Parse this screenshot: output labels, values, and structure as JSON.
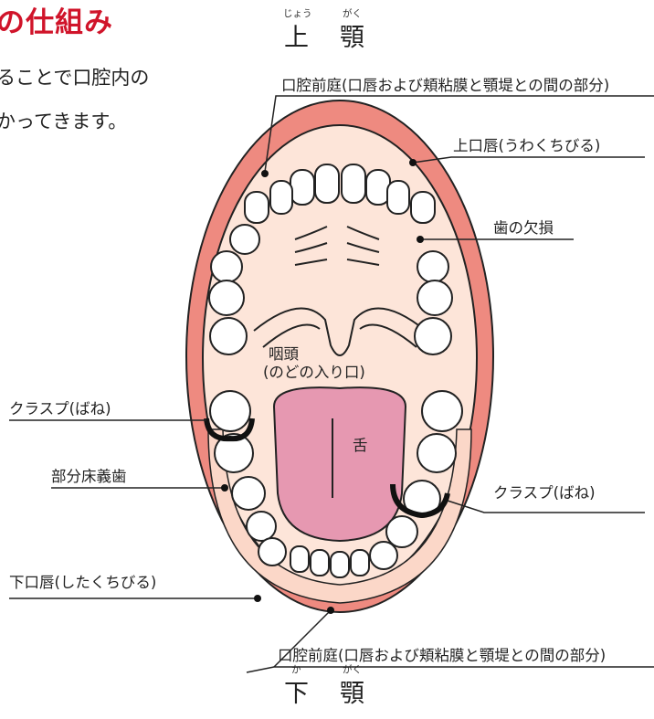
{
  "title": "の仕組み",
  "intro": {
    "line1": "ることで口腔内の",
    "line2": "かってきます。"
  },
  "upper_jaw": {
    "ruby1": "じょう",
    "ruby2": "がく",
    "char1": "上",
    "char2": "顎"
  },
  "lower_jaw": {
    "ruby1": "か",
    "ruby2": "がく",
    "char1": "下",
    "char2": "顎"
  },
  "labels": {
    "vestibule_top": "口腔前庭(口唇および頬粘膜と顎堤との間の部分)",
    "upper_lip": "上口唇(うわくちびる)",
    "missing_tooth": "歯の欠損",
    "clasp_left": "クラスプ(ばね)",
    "partial_denture": "部分床義歯",
    "clasp_right": "クラスプ(ばね)",
    "lower_lip": "下口唇(したくちびる)",
    "vestibule_bottom": "口腔前庭(口唇および頬粘膜と顎堤との間の部分)",
    "pharynx_1": "咽頭",
    "pharynx_2": "(のどの入り口)",
    "tongue": "舌"
  },
  "colors": {
    "title": "#d0142a",
    "lip": "#ee8a80",
    "mucosa": "#fde5d9",
    "tongue": "#e698b1",
    "outline": "#222222"
  }
}
